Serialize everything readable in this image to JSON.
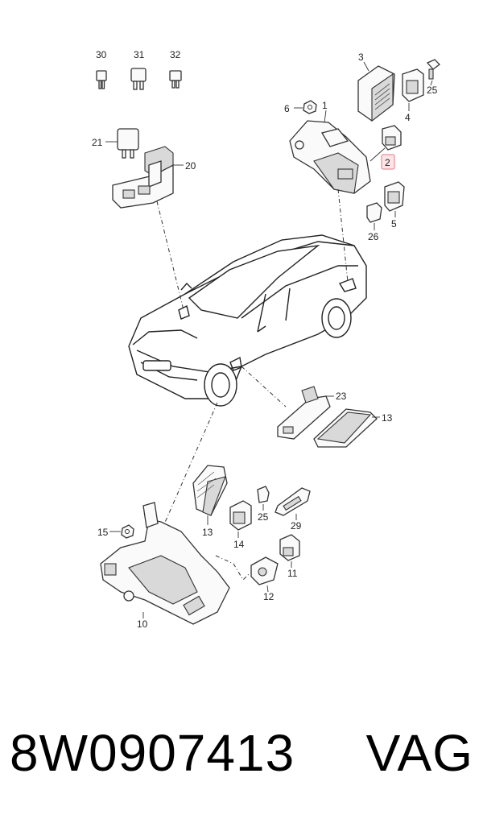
{
  "callouts": {
    "c30": "30",
    "c31": "31",
    "c32": "32",
    "c3": "3",
    "c25a": "25",
    "c6": "6",
    "c1": "1",
    "c4": "4",
    "c21": "21",
    "c20": "20",
    "c2": "2",
    "c26": "26",
    "c5": "5",
    "c23": "23",
    "c13a": "13",
    "c13b": "13",
    "c25b": "25",
    "c29": "29",
    "c15": "15",
    "c14": "14",
    "c11": "11",
    "c12": "12",
    "c10": "10"
  },
  "highlight_color": "#e57a86",
  "footer": {
    "part_number": "8W0907413",
    "brand": "VAG"
  }
}
